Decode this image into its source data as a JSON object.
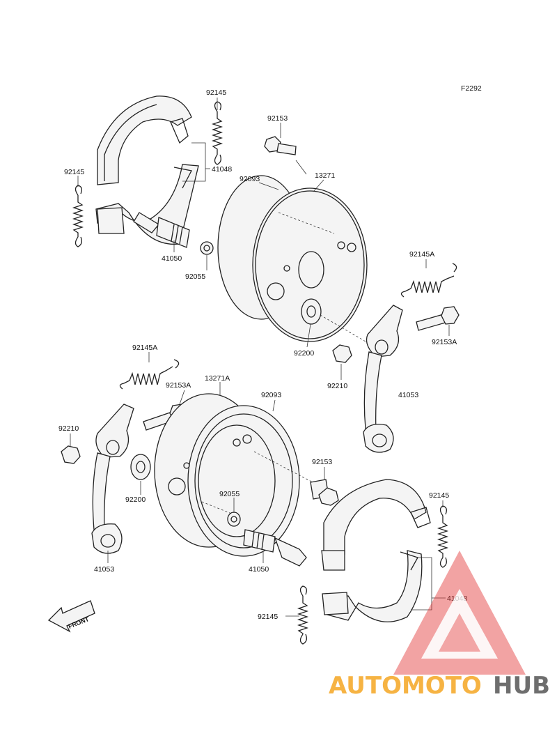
{
  "figure_code": "F2292",
  "labels": {
    "l92145_tl": "92145",
    "l92153_t": "92153",
    "l92145_l": "92145",
    "l41048_t": "41048",
    "l92093_t": "92093",
    "l13271": "13271",
    "l41050_t": "41050",
    "l92055_t": "92055",
    "l92145A_r": "92145A",
    "l92153A_r": "92153A",
    "l92200_t": "92200",
    "l92145A_l": "92145A",
    "l92153A_l": "92153A",
    "l13271A": "13271A",
    "l92093_b": "92093",
    "l92210_r": "92210",
    "l41053_r": "41053",
    "l92210_l": "92210",
    "l92153_b": "92153",
    "l92200_b": "92200",
    "l92055_b": "92055",
    "l92145_br": "92145",
    "l41053_l": "41053",
    "l41050_b": "41050",
    "l41048_b": "41048",
    "l92145_bb": "92145"
  },
  "front_marker": "FRONT",
  "watermark": {
    "word_a": "AUTOMOTO",
    "word_b": "HUB",
    "color_a": "#f5a623",
    "color_b": "#e23a3a",
    "color_c": "#555555"
  }
}
